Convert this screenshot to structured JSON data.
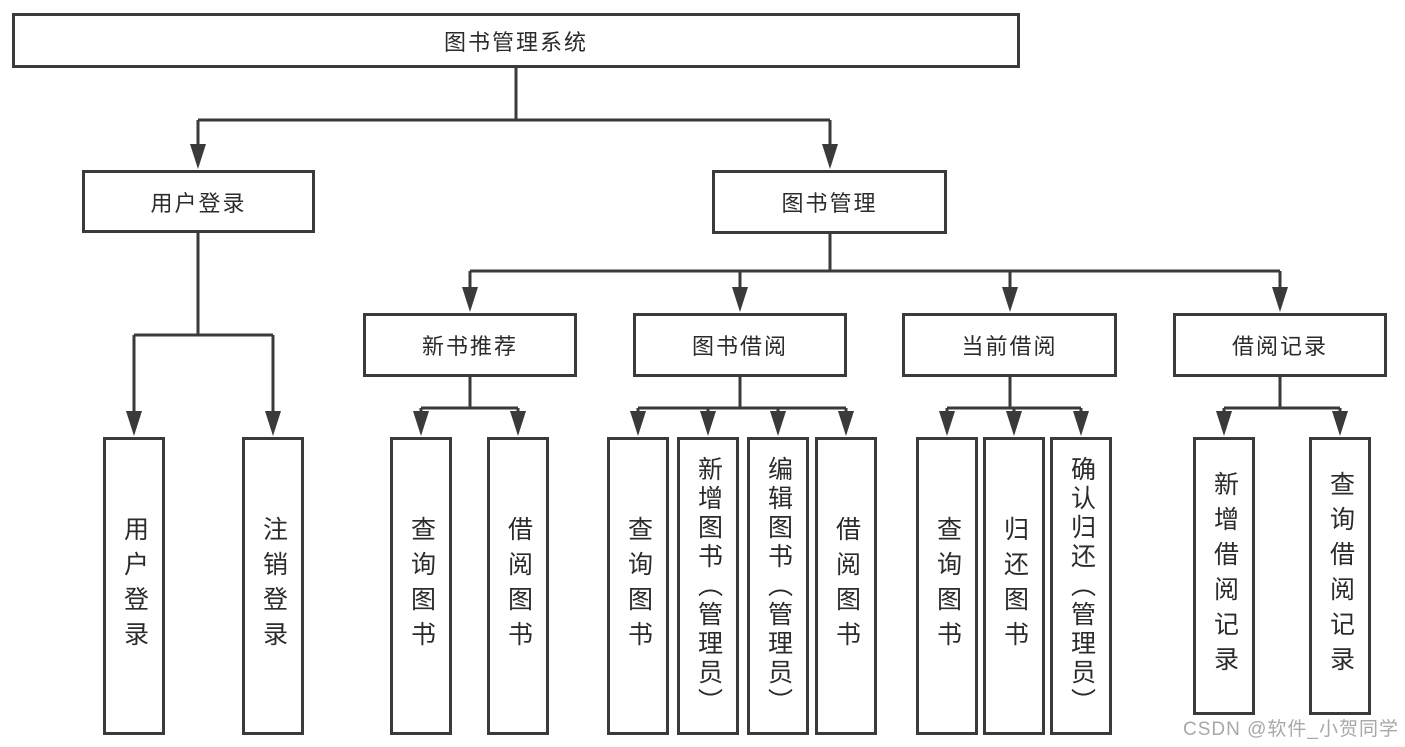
{
  "root": {
    "label": "图书管理系统"
  },
  "level1": {
    "user_login": {
      "label": "用户登录"
    },
    "book_management": {
      "label": "图书管理"
    }
  },
  "level2": {
    "new_book_recommend": {
      "label": "新书推荐"
    },
    "book_borrowing": {
      "label": "图书借阅"
    },
    "current_borrowing": {
      "label": "当前借阅"
    },
    "borrowing_records": {
      "label": "借阅记录"
    }
  },
  "leaves": {
    "user_login": {
      "label": "用户登录"
    },
    "logout": {
      "label": "注销登录"
    },
    "recommend_query_books": {
      "label": "查询图书"
    },
    "recommend_borrow_books": {
      "label": "借阅图书"
    },
    "borrowing_query_books": {
      "label": "查询图书"
    },
    "borrowing_add_books": {
      "label": "新增图书（管理员）"
    },
    "borrowing_edit_books": {
      "label": "编辑图书（管理员）"
    },
    "borrowing_borrow_books": {
      "label": "借阅图书"
    },
    "current_query_books": {
      "label": "查询图书"
    },
    "current_return_books": {
      "label": "归还图书"
    },
    "current_confirm_return": {
      "label": "确认归还（管理员）"
    },
    "records_add_record": {
      "label": "新增借阅记录"
    },
    "records_query_record": {
      "label": "查询借阅记录"
    }
  },
  "watermark": {
    "text": "CSDN @软件_小贺同学"
  },
  "colors": {
    "line": "#3a3a3a",
    "border": "#3a3a3a",
    "text": "#2b2b2b",
    "watermark": "#a8a8a8",
    "background": "#ffffff"
  }
}
